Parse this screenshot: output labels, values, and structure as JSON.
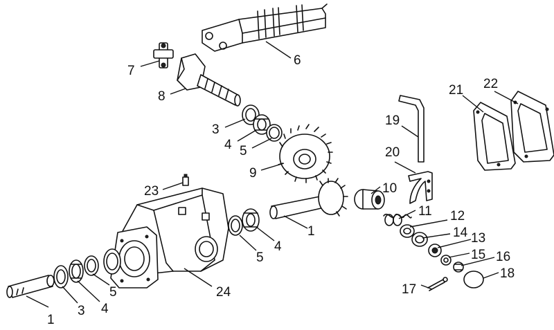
{
  "callouts": [
    {
      "id": "c1a",
      "text": "1"
    },
    {
      "id": "c1b",
      "text": "1"
    },
    {
      "id": "c3a",
      "text": "3"
    },
    {
      "id": "c3b",
      "text": "3"
    },
    {
      "id": "c4a",
      "text": "4"
    },
    {
      "id": "c4b",
      "text": "4"
    },
    {
      "id": "c4c",
      "text": "4"
    },
    {
      "id": "c5a",
      "text": "5"
    },
    {
      "id": "c5b",
      "text": "5"
    },
    {
      "id": "c5c",
      "text": "5"
    },
    {
      "id": "c6",
      "text": "6"
    },
    {
      "id": "c7",
      "text": "7"
    },
    {
      "id": "c8",
      "text": "8"
    },
    {
      "id": "c9",
      "text": "9"
    },
    {
      "id": "c10",
      "text": "10"
    },
    {
      "id": "c11",
      "text": "11"
    },
    {
      "id": "c12",
      "text": "12"
    },
    {
      "id": "c13",
      "text": "13"
    },
    {
      "id": "c14",
      "text": "14"
    },
    {
      "id": "c15",
      "text": "15"
    },
    {
      "id": "c16",
      "text": "16"
    },
    {
      "id": "c17",
      "text": "17"
    },
    {
      "id": "c18",
      "text": "18"
    },
    {
      "id": "c19",
      "text": "19"
    },
    {
      "id": "c20",
      "text": "20"
    },
    {
      "id": "c21",
      "text": "21"
    },
    {
      "id": "c22",
      "text": "22"
    },
    {
      "id": "c23",
      "text": "23"
    },
    {
      "id": "c24",
      "text": "24"
    }
  ]
}
